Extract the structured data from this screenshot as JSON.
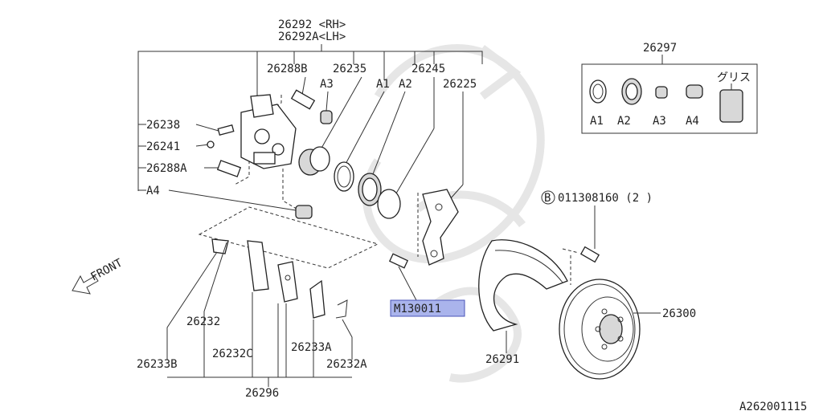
{
  "diagram_id": "A262001115",
  "caliper": {
    "rh": "26292 <RH>",
    "lh": "26292A<LH>"
  },
  "labels": {
    "p26288B": "26288B",
    "p26235": "26235",
    "p26245": "26245",
    "p26225": "26225",
    "a3": "A3",
    "a1": "A1",
    "a2": "A2",
    "p26238": "26238",
    "p26241": "26241",
    "p26288A": "26288A",
    "a4": "A4",
    "p26232": "26232",
    "p26232C": "26232C",
    "p26233A": "26233A",
    "p26233B": "26233B",
    "p26232A": "26232A",
    "p26296": "26296",
    "p26291": "26291",
    "p26300": "26300",
    "bolt_code": "011308160 (2 )",
    "bolt_mark": "B",
    "highlight": "M130011",
    "front": "FRONT"
  },
  "kit": {
    "number": "26297",
    "grease": "グリス",
    "items": [
      "A1",
      "A2",
      "A3",
      "A4"
    ]
  },
  "colors": {
    "highlight_fill": "#aab4ec",
    "highlight_border": "#4a55b8"
  }
}
